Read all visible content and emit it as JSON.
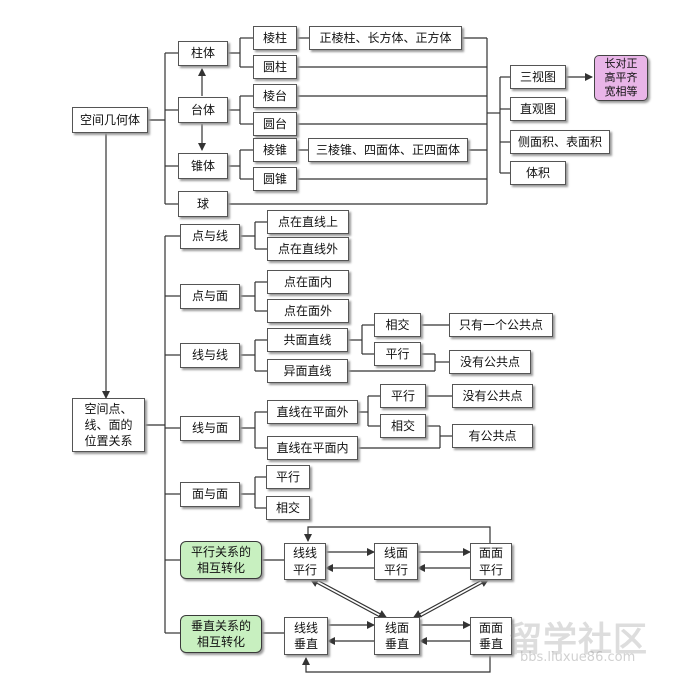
{
  "nodes": {
    "spatial_solid": "空间几何体",
    "prism_col": "柱体",
    "frustum": "台体",
    "cone_body": "锥体",
    "sphere": "球",
    "prism": "棱柱",
    "cylinder": "圆柱",
    "prism_frustum": "棱台",
    "cone_frustum": "圆台",
    "pyramid": "棱锥",
    "cone": "圆锥",
    "prism_kinds": "正棱柱、长方体、正方体",
    "pyramid_kinds": "三棱锥、四面体、正四面体",
    "three_views": "三视图",
    "intuitive": "直观图",
    "areas": "侧面积、表面积",
    "volume": "体积",
    "three_views_rule": "长对正\n高平齐\n宽相等",
    "position": "空间点、\n线、面的\n位置关系",
    "point_line": "点与线",
    "point_on_line": "点在直线上",
    "point_off_line": "点在直线外",
    "point_plane": "点与面",
    "point_in_plane": "点在面内",
    "point_out_plane": "点在面外",
    "line_line": "线与线",
    "coplanar": "共面直线",
    "skew": "异面直线",
    "intersect_1": "相交",
    "one_common_point": "只有一个公共点",
    "parallel_1": "平行",
    "no_common_point_1": "没有公共点",
    "line_plane": "线与面",
    "line_out_plane": "直线在平面外",
    "line_in_plane": "直线在平面内",
    "parallel_2": "平行",
    "no_common_point_2": "没有公共点",
    "intersect_2": "相交",
    "has_common_point": "有公共点",
    "plane_plane": "面与面",
    "parallel_3": "平行",
    "intersect_3": "相交",
    "parallel_transform": "平行关系的\n相互转化",
    "ll_parallel": "线线\n平行",
    "lp_parallel": "线面\n平行",
    "pp_parallel": "面面\n平行",
    "perp_transform": "垂直关系的\n相互转化",
    "ll_perp": "线线\n垂直",
    "lp_perp": "线面\n垂直",
    "pp_perp": "面面\n垂直"
  },
  "watermark": {
    "main": "留学社区",
    "sub": "bbs.liuxue86.com"
  },
  "colors": {
    "green_fill": "#c8f0c0",
    "purple_fill": "#e9b5e8",
    "line": "#333333"
  }
}
